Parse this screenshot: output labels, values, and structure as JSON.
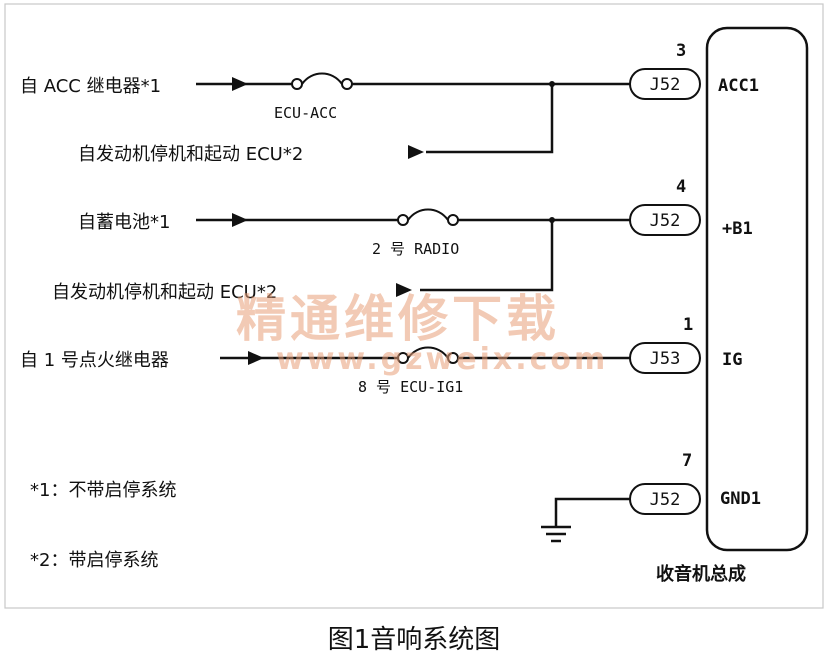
{
  "sources": {
    "acc_relay": "自 ACC 继电器*1",
    "engine_ecu_1": "自发动机停机和起动 ECU*2",
    "battery": "自蓄电池*1",
    "engine_ecu_2": "自发动机停机和起动 ECU*2",
    "ig_relay": "自 1 号点火继电器"
  },
  "fuses": {
    "f1": "ECU-ACC",
    "f2": "2 号 RADIO",
    "f3": "8 号 ECU-IG1"
  },
  "pins": {
    "p1": "3",
    "p2": "4",
    "p3": "1",
    "p4": "7"
  },
  "connectors": {
    "c1": "J52",
    "c2": "J52",
    "c3": "J53",
    "c4": "J52"
  },
  "terminals": {
    "t1": "ACC1",
    "t2": "+B1",
    "t3": "IG",
    "t4": "GND1"
  },
  "unit_label": "收音机总成",
  "notes": {
    "n1": "*1：不带启停系统",
    "n2": "*2：带启停系统"
  },
  "watermark": {
    "cn": "精通维修下载",
    "url": "www.gzweix.com"
  },
  "caption": "图1音响系统图"
}
